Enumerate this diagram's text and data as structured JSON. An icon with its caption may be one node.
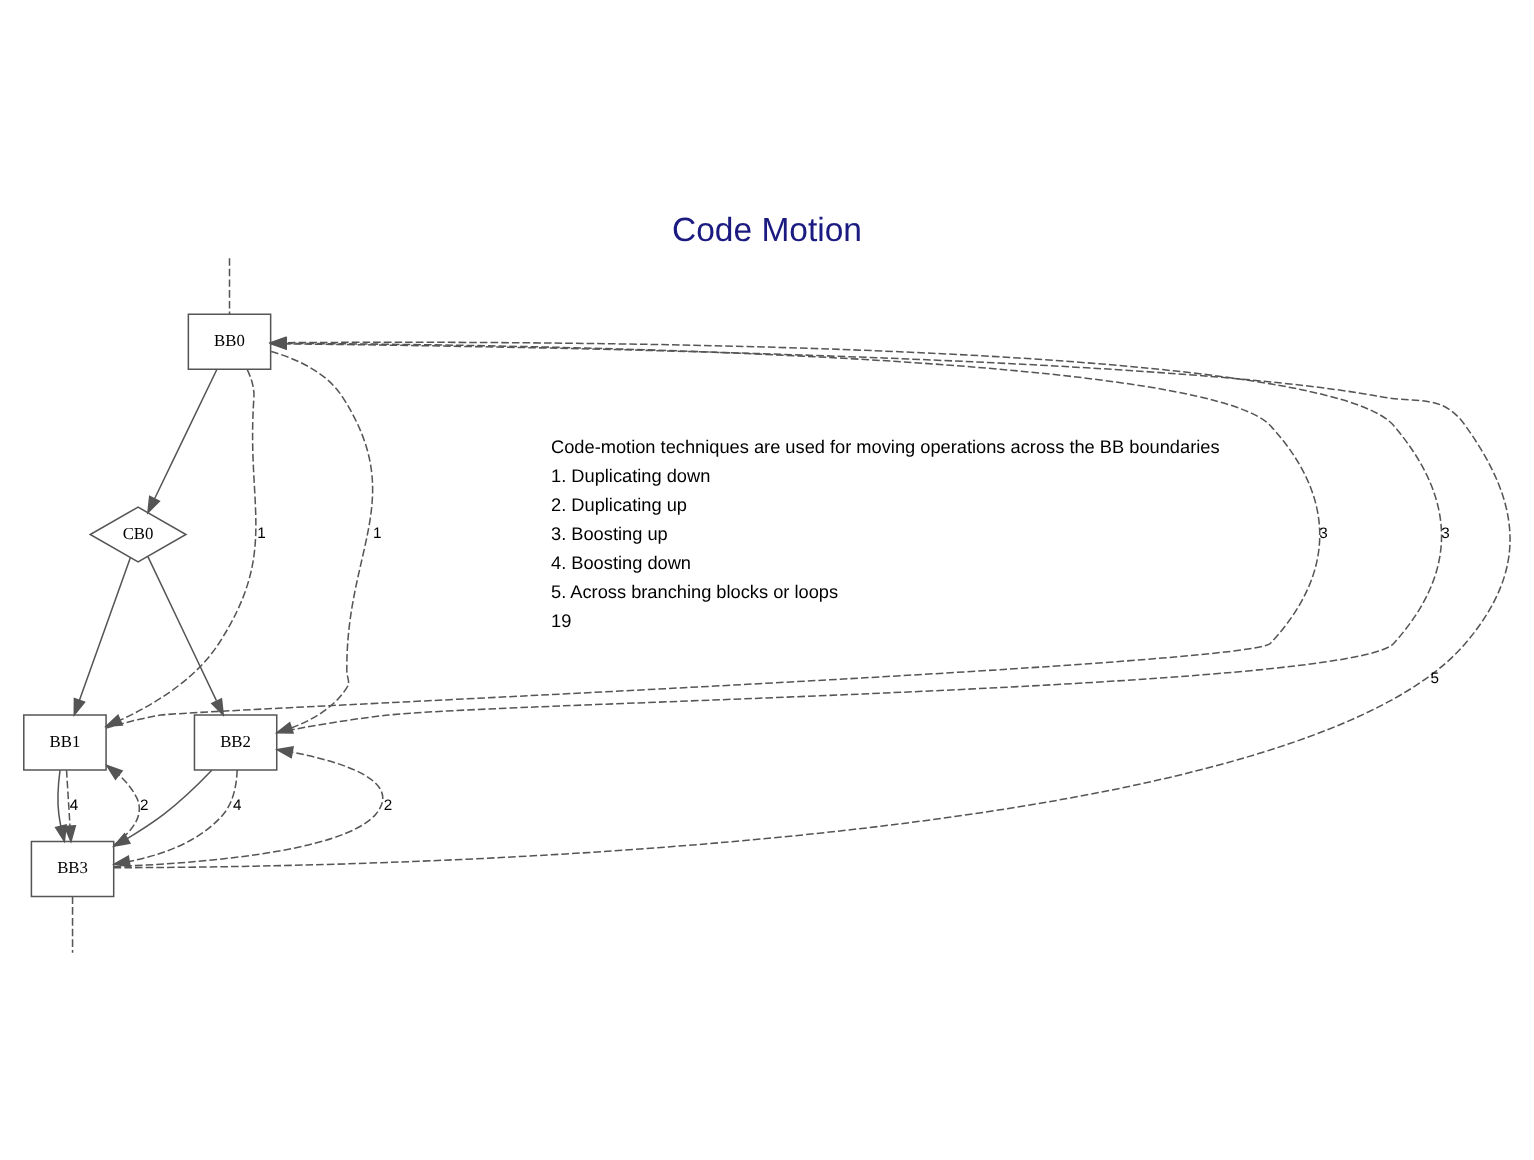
{
  "diagram": {
    "title": "Code Motion",
    "nodes": [
      {
        "text": [
          "BB0"
        ]
      },
      {
        "text": [
          "CB0"
        ]
      },
      {
        "text": [
          "BB1"
        ]
      },
      {
        "text": [
          "BB2"
        ]
      },
      {
        "text": [
          "BB3"
        ]
      }
    ],
    "edges": [
      {
        "from": null,
        "to": 0,
        "arrow": "none",
        "style": "dashed"
      },
      {
        "from": 0,
        "to": 1,
        "arrow": "to"
      },
      {
        "from": 1,
        "to": 2,
        "arrow": "to"
      },
      {
        "from": 1,
        "to": 3,
        "arrow": "to"
      },
      {
        "from": 2,
        "to": 4,
        "arrow": "to"
      },
      {
        "from": 3,
        "to": 4,
        "arrow": "to"
      },
      {
        "from": 4,
        "to": null,
        "arrow": "none",
        "style": "dashed"
      },
      {
        "from": 0,
        "to": 2,
        "arrow": "to",
        "style": "dashed",
        "label": "1"
      },
      {
        "from": 0,
        "to": 3,
        "arrow": "to",
        "style": "dashed",
        "label": "1"
      },
      {
        "from": 4,
        "to": 2,
        "arrow": "to",
        "style": "dashed",
        "label": "2"
      },
      {
        "from": 4,
        "to": 3,
        "arrow": "to",
        "style": "dashed",
        "label": "2"
      },
      {
        "from": 2,
        "to": 0,
        "arrow": "to",
        "style": "dashed",
        "label": "3"
      },
      {
        "from": 3,
        "to": 0,
        "arrow": "to",
        "style": "dashed",
        "label": "3"
      },
      {
        "from": 2,
        "to": 4,
        "arrow": "to",
        "style": "dashed",
        "label": "4"
      },
      {
        "from": 3,
        "to": 4,
        "arrow": "to",
        "style": "dashed",
        "label": "4"
      },
      {
        "from": 4,
        "to": 0,
        "arrow": "to",
        "style": "dashed",
        "label": "5"
      }
    ],
    "labels": [
      "Code-motion techniques are used for moving operations across the BB boundaries",
      "1. Duplicating down",
      "2. Duplicating up",
      "3. Boosting up",
      "4. Boosting down",
      "5. Across branching blocks or loops",
      "19"
    ]
  }
}
